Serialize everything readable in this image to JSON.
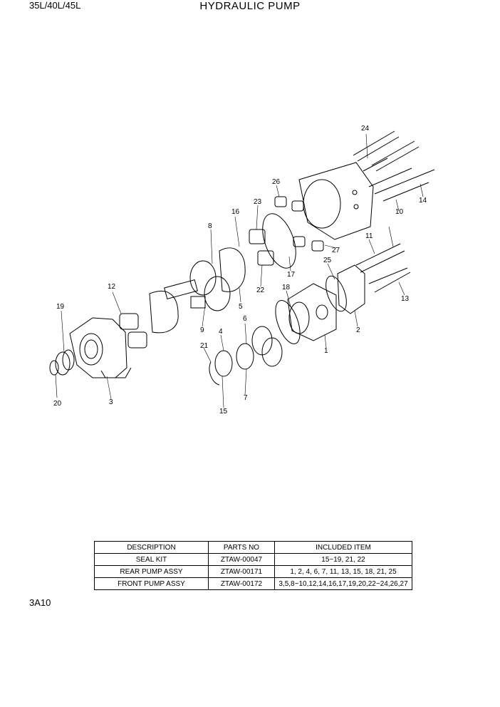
{
  "header": {
    "model": "35L/40L/45L",
    "title": "HYDRAULIC PUMP"
  },
  "callouts": [
    "1",
    "2",
    "3",
    "4",
    "5",
    "6",
    "7",
    "8",
    "9",
    "10",
    "11",
    "12",
    "13",
    "14",
    "15",
    "16",
    "17",
    "18",
    "19",
    "20",
    "21",
    "22",
    "23",
    "24",
    "25",
    "26",
    "27"
  ],
  "table": {
    "headers": [
      "DESCRIPTION",
      "PARTS NO",
      "INCLUDED ITEM"
    ],
    "rows": [
      [
        "SEAL KIT",
        "ZTAW-00047",
        "15~19, 21, 22"
      ],
      [
        "REAR PUMP ASSY",
        "ZTAW-00171",
        "1, 2, 4, 6, 7, 11, 13, 15, 18, 21, 25"
      ],
      [
        "FRONT PUMP ASSY",
        "ZTAW-00172",
        "3,5,8~10,12,14,16,17,19,20,22~24,26,27"
      ]
    ]
  },
  "footer": {
    "page_code": "3A10"
  }
}
